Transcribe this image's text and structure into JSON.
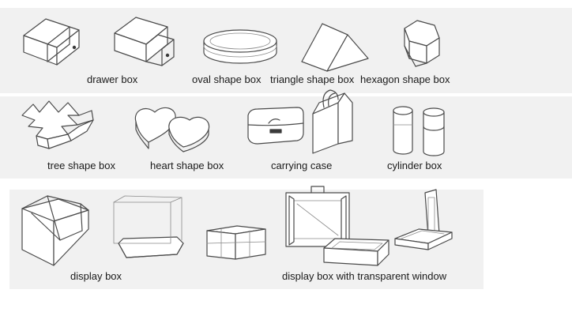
{
  "labels": {
    "drawer_box": "drawer box",
    "oval_shape_box": "oval shape box",
    "triangle_shape_box": "triangle shape box",
    "hexagon_shape_box": "hexagon shape box",
    "tree_shape_box": "tree shape box",
    "heart_shape_box": "heart shape box",
    "carrying_case": "carrying case",
    "cylinder_box": "cylinder box",
    "display_box": "display box",
    "display_box_window": "display box with transparent window"
  },
  "colors": {
    "line_art": "#4a4a4a",
    "caption_text": "#1a1a1a",
    "background_strip": "#f1f1f1"
  }
}
